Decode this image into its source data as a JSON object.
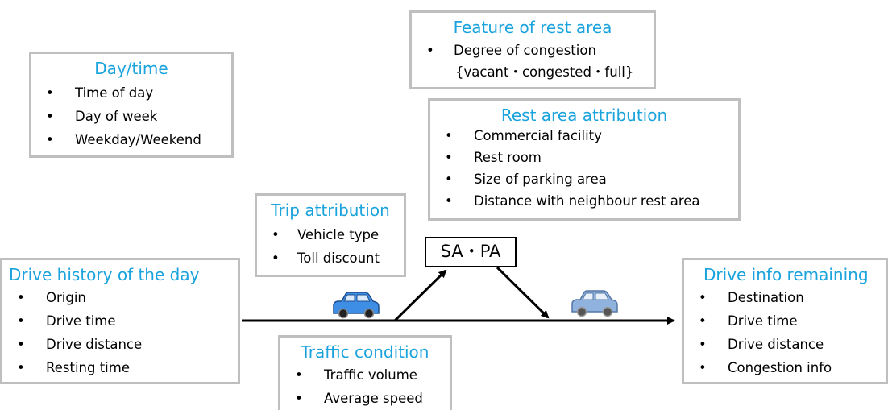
{
  "feature_rest_area": {
    "title": "Feature of rest area",
    "items": [
      "Degree of congestion"
    ],
    "sub": "{vacant・congested・full}"
  },
  "day_time": {
    "title": "Day/time",
    "items": [
      "Time of  day",
      "Day of week",
      "Weekday/Weekend"
    ]
  },
  "rest_area_attribution": {
    "title": "Rest area attribution",
    "items": [
      "Commercial facility",
      "Rest room",
      "Size of parking area",
      "Distance with neighbour rest area"
    ]
  },
  "trip_attribution": {
    "title": "Trip attribution",
    "items": [
      "Vehicle type",
      "Toll discount"
    ]
  },
  "sapa_label": "SA・PA",
  "drive_history": {
    "title": "Drive history of the day",
    "items": [
      "Origin",
      "Drive time",
      "Drive distance",
      "Resting time"
    ]
  },
  "traffic_condition": {
    "title": "Traffic condition",
    "items": [
      "Traffic volume",
      "Average speed"
    ]
  },
  "drive_remaining": {
    "title": "Drive info remaining",
    "items": [
      "Destination",
      "Drive time",
      "Drive distance",
      "Congestion info"
    ]
  },
  "colors": {
    "title": "#1aa3dc",
    "border": "#bfbfbf",
    "car_primary": "#3f8ee6",
    "car_secondary": "#8fb2de"
  }
}
